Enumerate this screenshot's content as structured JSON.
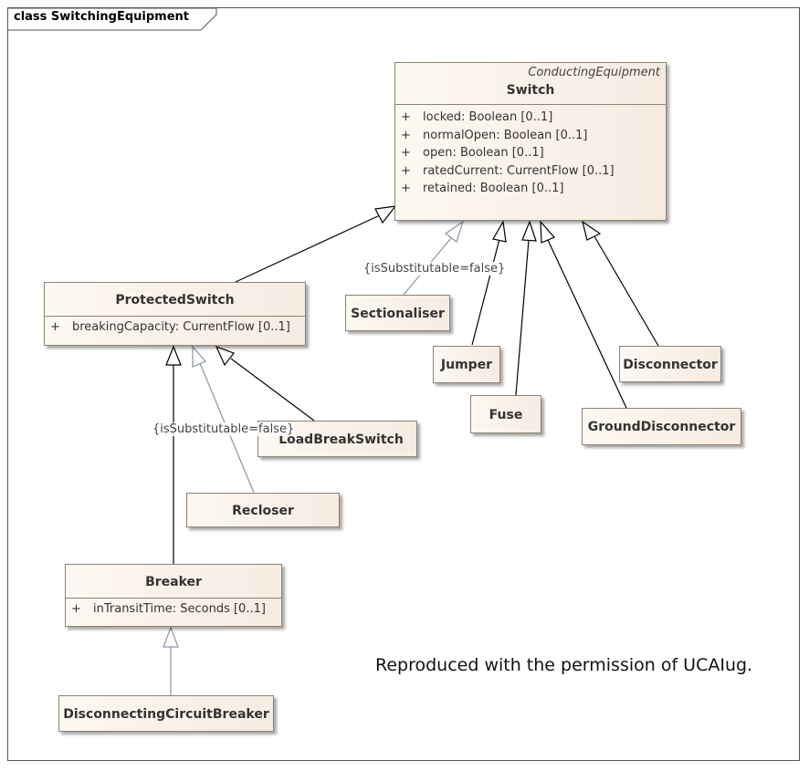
{
  "frame": {
    "title": "class SwitchingEquipment"
  },
  "classes": {
    "switch": {
      "stereotype": "ConductingEquipment",
      "name": "Switch",
      "attributes": [
        {
          "visibility": "+",
          "text": "locked: Boolean [0..1]"
        },
        {
          "visibility": "+",
          "text": "normalOpen: Boolean [0..1]"
        },
        {
          "visibility": "+",
          "text": "open: Boolean [0..1]"
        },
        {
          "visibility": "+",
          "text": "ratedCurrent: CurrentFlow [0..1]"
        },
        {
          "visibility": "+",
          "text": "retained: Boolean [0..1]"
        }
      ]
    },
    "protected_switch": {
      "name": "ProtectedSwitch",
      "attributes": [
        {
          "visibility": "+",
          "text": "breakingCapacity: CurrentFlow [0..1]"
        }
      ]
    },
    "sectionaliser": {
      "name": "Sectionaliser"
    },
    "jumper": {
      "name": "Jumper"
    },
    "fuse": {
      "name": "Fuse"
    },
    "disconnector": {
      "name": "Disconnector"
    },
    "ground_disconnector": {
      "name": "GroundDisconnector"
    },
    "load_break_switch": {
      "name": "LoadBreakSwitch"
    },
    "recloser": {
      "name": "Recloser"
    },
    "breaker": {
      "name": "Breaker",
      "attributes": [
        {
          "visibility": "+",
          "text": "inTransitTime: Seconds [0..1]"
        }
      ]
    },
    "disconnecting_circuit_breaker": {
      "name": "DisconnectingCircuitBreaker"
    }
  },
  "constraints": {
    "sectionaliser": "{isSubstitutable=false}",
    "recloser": "{isSubstitutable=false}"
  },
  "note": "Reproduced with the permission of UCAIug.",
  "colors": {
    "line": "#000000",
    "dependency_line": "#8a94a8",
    "box_border": "#8e8276"
  }
}
